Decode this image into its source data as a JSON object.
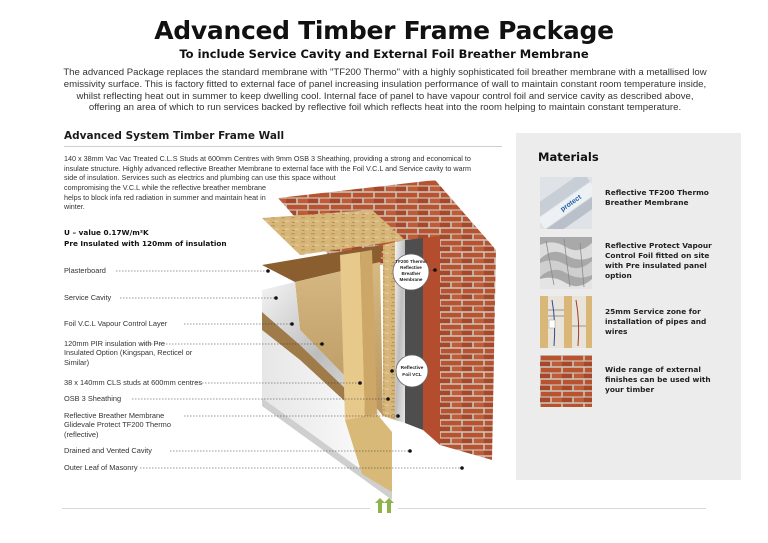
{
  "header": {
    "title": "Advanced Timber Frame Package",
    "subtitle": "To include Service Cavity and External Foil Breather Membrane",
    "intro": "The advanced Package replaces the standard membrane with \"TF200 Thermo\" with a highly sophisticated foil breather membrane with a metallised low emissivity surface. This is factory fitted to external face of panel increasing insulation performance of wall to maintain constant room temperature inside, whilst reflecting heat out in summer to keep dwelling cool. Internal face of panel to have vapour control foil and service cavity as described above, offering an area of which to run services backed by reflective foil which reflects heat into the room helping to maintain constant temperature."
  },
  "section": {
    "title": "Advanced System Timber Frame Wall",
    "desc_line1": "140 x 38mm Vac Vac Treated C.L.S Studs at 600mm Centres with 9mm OSB 3 Sheathing, providing a strong and economical to insulate structure. Highly advanced reflective Breather Membrane to external face with the Foil V.C.L and Service cavity to warm side of insulation. Services such as electrics and plumbing can use this space without",
    "desc_line2": "compromising the V.C.L while the reflective breather membrane helps to block infa red radiation in summer and maintain heat in winter.",
    "u_value": "U – value 0.17W/m²K",
    "pre_insulated": "Pre Insulated with 120mm of insulation"
  },
  "layer_labels": [
    "Plasterboard",
    "Service Cavity",
    "Foil V.C.L Vapour Control Layer",
    "120mm PIR insulation with Pre Insulated Option (Kingspan, Recticel or Similar)",
    "38 x 140mm CLS studs at 600mm centres",
    "OSB 3 Sheathing",
    "Reflective Breather Membrane Glidevale Protect TF200 Thermo (reflective)",
    "Drained and Vented Cavity",
    "Outer Leaf of Masonry"
  ],
  "diagram_callouts": {
    "membrane": [
      "TF200 Thermo",
      "Reflective",
      "Breather",
      "Membrane"
    ],
    "vcl": [
      "Reflective",
      "Foil VCL"
    ]
  },
  "materials": {
    "title": "Materials",
    "items": [
      {
        "text": "Reflective TF200 Thermo Breather Membrane",
        "icon": "breather-membrane-roll-image"
      },
      {
        "text": "Reflective Protect Vapour Control Foil fitted on site with Pre insulated panel option",
        "icon": "vapour-control-foil-image"
      },
      {
        "text": "25mm Service zone for installation of pipes and wires",
        "icon": "service-zone-image"
      },
      {
        "text": "Wide range of external finishes can be used with your timber",
        "icon": "brick-finish-image"
      }
    ]
  },
  "colors": {
    "brick": "#b8522f",
    "osb": "#d8b77a",
    "insulation": "#c9a873",
    "panel_bg": "#ececec",
    "logo_green": "#8db44a"
  }
}
